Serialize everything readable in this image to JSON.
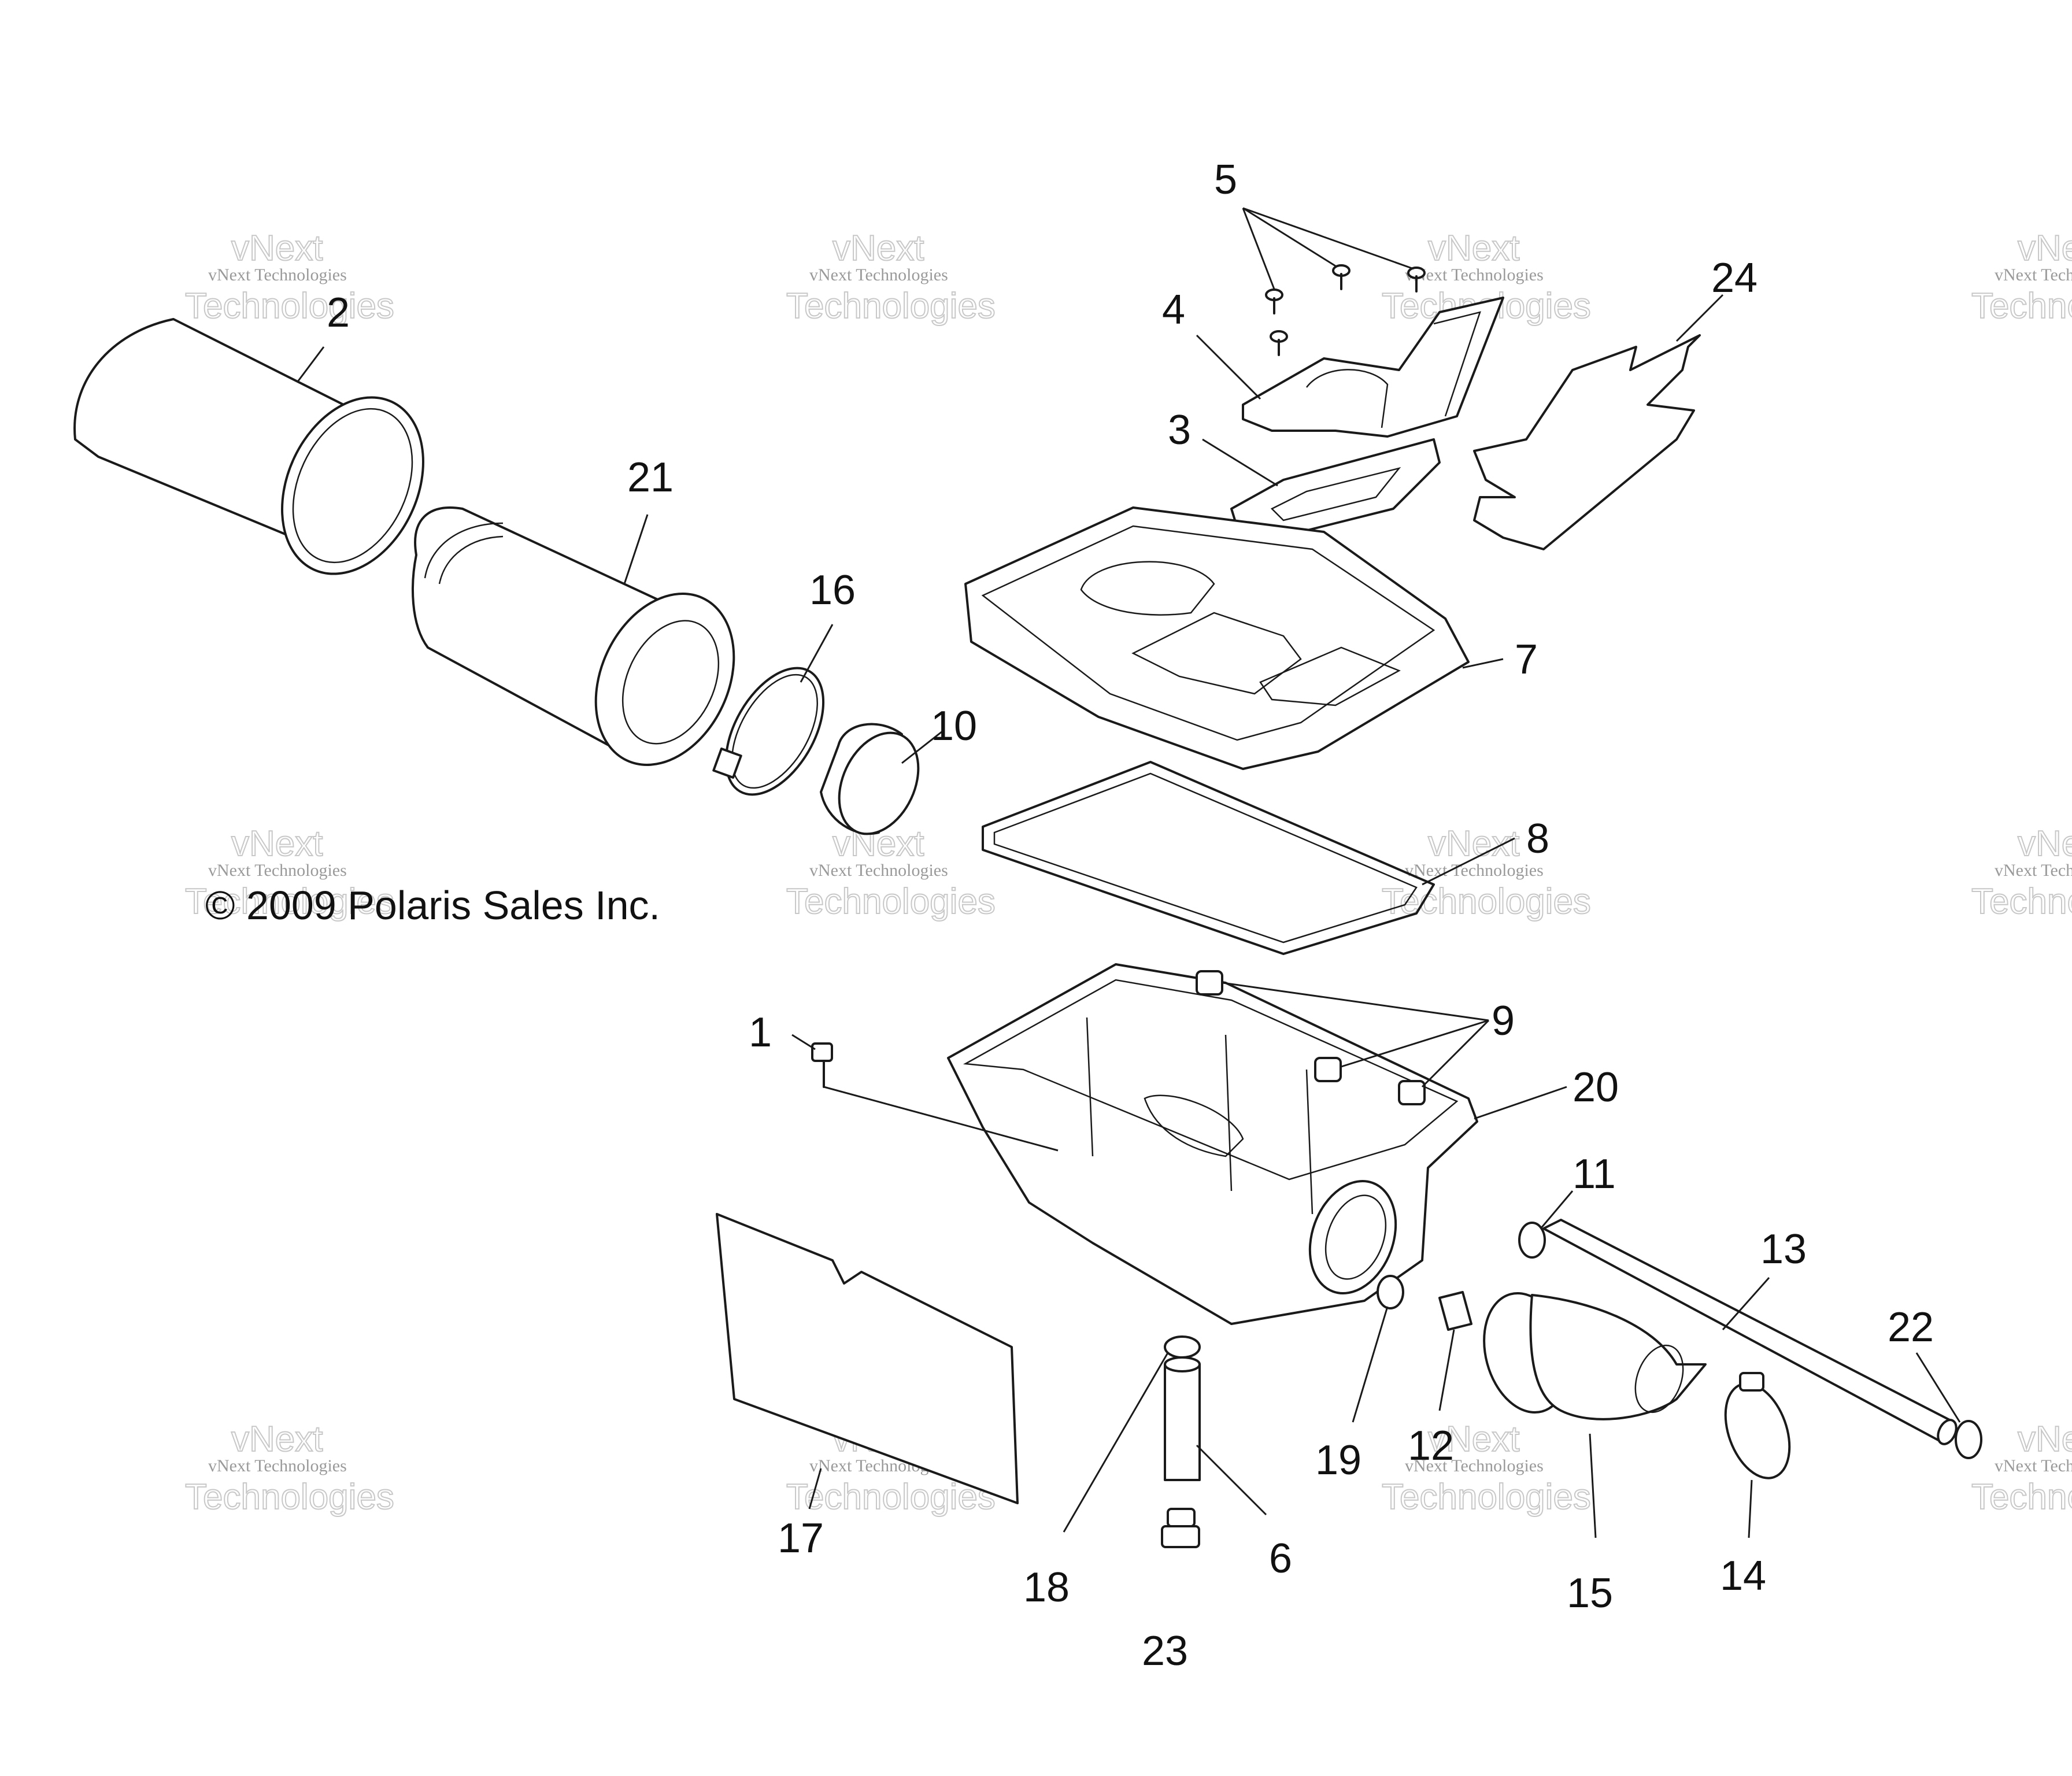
{
  "copyright": "© 2009 Polaris Sales Inc.",
  "watermark": {
    "small": "vNext Technologies",
    "top": "vNext",
    "bottom": "Technologies"
  },
  "callouts": [
    {
      "id": "1",
      "label": "1"
    },
    {
      "id": "2",
      "label": "2"
    },
    {
      "id": "3",
      "label": "3"
    },
    {
      "id": "4",
      "label": "4"
    },
    {
      "id": "5",
      "label": "5"
    },
    {
      "id": "6",
      "label": "6"
    },
    {
      "id": "7",
      "label": "7"
    },
    {
      "id": "8",
      "label": "8"
    },
    {
      "id": "9",
      "label": "9"
    },
    {
      "id": "10",
      "label": "10"
    },
    {
      "id": "11",
      "label": "11"
    },
    {
      "id": "12",
      "label": "12"
    },
    {
      "id": "13",
      "label": "13"
    },
    {
      "id": "14",
      "label": "14"
    },
    {
      "id": "15",
      "label": "15"
    },
    {
      "id": "16",
      "label": "16"
    },
    {
      "id": "17",
      "label": "17"
    },
    {
      "id": "18",
      "label": "18"
    },
    {
      "id": "19",
      "label": "19"
    },
    {
      "id": "20",
      "label": "20"
    },
    {
      "id": "21",
      "label": "21"
    },
    {
      "id": "22",
      "label": "22"
    },
    {
      "id": "23",
      "label": "23"
    },
    {
      "id": "24",
      "label": "24"
    }
  ]
}
